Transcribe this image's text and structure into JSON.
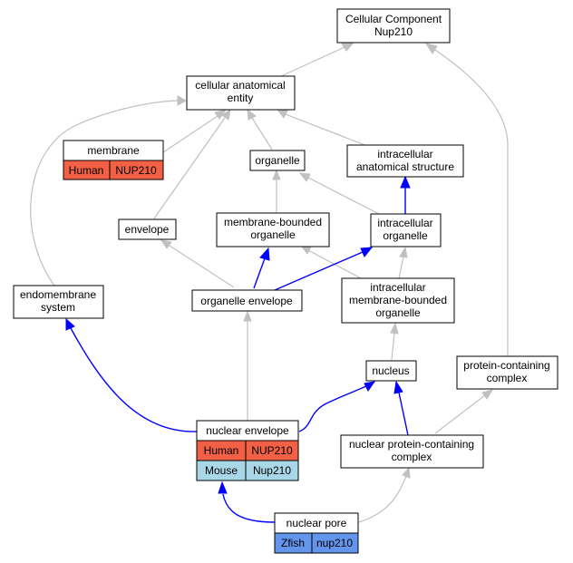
{
  "nodes": {
    "cc": {
      "lines": [
        "Cellular Component",
        "Nup210"
      ]
    },
    "cae": {
      "lines": [
        "cellular anatomical",
        "entity"
      ]
    },
    "membrane": {
      "lines": [
        "membrane"
      ]
    },
    "organelle": {
      "lines": [
        "organelle"
      ]
    },
    "ias": {
      "lines": [
        "intracellular",
        "anatomical structure"
      ]
    },
    "envelope": {
      "lines": [
        "envelope"
      ]
    },
    "mbo": {
      "lines": [
        "membrane-bounded",
        "organelle"
      ]
    },
    "io": {
      "lines": [
        "intracellular",
        "organelle"
      ]
    },
    "es": {
      "lines": [
        "endomembrane",
        "system"
      ]
    },
    "oe": {
      "lines": [
        "organelle envelope"
      ]
    },
    "imbo": {
      "lines": [
        "intracellular",
        "membrane-bounded",
        "organelle"
      ]
    },
    "nucleus": {
      "lines": [
        "nucleus"
      ]
    },
    "pcc": {
      "lines": [
        "protein-containing",
        "complex"
      ]
    },
    "ne": {
      "lines": [
        "nuclear envelope"
      ]
    },
    "npcc": {
      "lines": [
        "nuclear protein-containing",
        "complex"
      ]
    },
    "np": {
      "lines": [
        "nuclear pore"
      ]
    }
  },
  "annotations": {
    "membrane": [
      {
        "species": "Human",
        "gene": "NUP210",
        "color": "#f26045"
      }
    ],
    "ne": [
      {
        "species": "Human",
        "gene": "NUP210",
        "color": "#f26045"
      },
      {
        "species": "Mouse",
        "gene": "Nup210",
        "color": "#a8d8e8"
      }
    ],
    "np": [
      {
        "species": "Zfish",
        "gene": "nup210",
        "color": "#6495ed"
      }
    ]
  },
  "edge_colors": {
    "is_a": "#c0c0c0",
    "part_of": "#0000ff"
  }
}
